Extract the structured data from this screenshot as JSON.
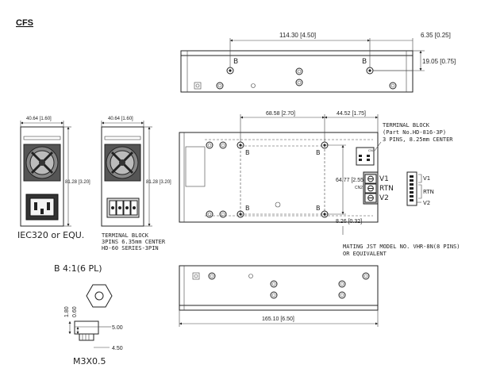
{
  "title": "CFS",
  "top_view": {
    "dim_hole_spacing": "114.30 [4.50]",
    "dim_edge_offset": "6.35 [0.25]",
    "dim_depth_offset": "19.05 [0.75]",
    "hole_label": "B"
  },
  "front_view_iec": {
    "width": "40.64 [1.60]",
    "height": "81.28 [3.20]",
    "caption": "IEC320 or EQU."
  },
  "front_view_tb": {
    "width": "40.64 [1.60]",
    "height": "81.28 [3.20]",
    "caption_lines": [
      "TERMINAL BLOCK",
      "3PINS 6.35mm CENTER",
      "HD-60 SERIES-3PIN"
    ]
  },
  "side_view": {
    "dim_left_spacing": "68.58 [2.70]",
    "dim_right_offset": "44.52 [1.75]",
    "dim_vertical": "64.77 [2.55]",
    "dim_bottom_offset": "8.26 [0.32]",
    "hole_label": "B",
    "terminal_note_lines": [
      "TERMINAL BLOCK",
      "(Part No.HD-816-3P)",
      "3 PINS, 8.25mm CENTER"
    ],
    "terminal_labels": [
      "V1",
      "RTN",
      "V2"
    ],
    "connector_labels": [
      "V1",
      "RTN",
      "V2"
    ],
    "cn_labels": [
      "CN2",
      "CN1"
    ],
    "mating_note_lines": [
      "MATING JST MODEL NO. VHR-8N(8 PINS)",
      "OR EQUIVALENT"
    ]
  },
  "bottom_view": {
    "dim_length": "165.10 [6.50]"
  },
  "detail": {
    "title": "B 4:1(6 PL)",
    "dim_height_1": "1.80",
    "dim_height_2": "0.60",
    "dim_width_1": "5.00",
    "dim_width_2": "4.50",
    "thread": "M3X0.5"
  }
}
